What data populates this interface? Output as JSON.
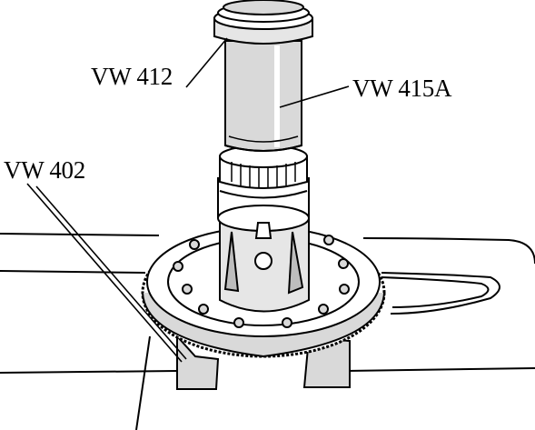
{
  "labels": {
    "tool_412": "VW 412",
    "tool_415a": "VW 415A",
    "tool_402": "VW 402"
  },
  "colors": {
    "line": "#000000",
    "shade": "#d9d9d9",
    "shade_dark": "#bdbdbd",
    "background": "#ffffff"
  }
}
